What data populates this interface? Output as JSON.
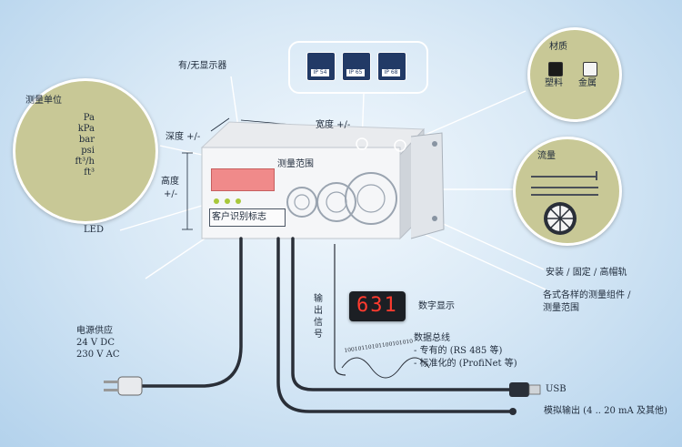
{
  "labels": {
    "display_toggle": "有/无显示器",
    "units_title": "测量单位",
    "units": [
      "Pa",
      "kPa",
      "bar",
      "psi",
      "ft³/h",
      "ft³"
    ],
    "depth": "深度 +/-",
    "width": "宽度 +/-",
    "height_1": "高度",
    "height_2": "+/-",
    "led": "LED",
    "range_on_device": "测量范围",
    "customer_logo": "客户识别标志",
    "material_title": "材质",
    "material_plastic": "塑料",
    "material_metal": "金属",
    "flow_title": "流量",
    "mounting": "安装 / 固定 / 高帽轨",
    "components_1": "各式各样的测量组件 /",
    "components_2": "测量范围",
    "output_vertical": [
      "输",
      "出",
      "信",
      "号"
    ],
    "digital_value": "631",
    "digital_display": "数字显示",
    "bus_title": "数据总线",
    "bus_1": "- 专有的 (RS 485 等)",
    "bus_2": "- 标准化的 (ProfiNet 等)",
    "bus_wave": "10010110101100101010",
    "power_title": "电源供应",
    "power_1": "24 V DC",
    "power_2": "230 V AC",
    "usb": "USB",
    "analog": "模拟输出 (4 .. 20 mA 及其他)",
    "ip_codes": [
      "IP 54",
      "IP 65",
      "IP 68"
    ]
  },
  "colors": {
    "circle_fill": "#c8c896",
    "display_red": "#f08a8a",
    "led_green": "#a8c83a",
    "ip_icon": "#223a66",
    "digit_red": "#ff3b2f"
  }
}
